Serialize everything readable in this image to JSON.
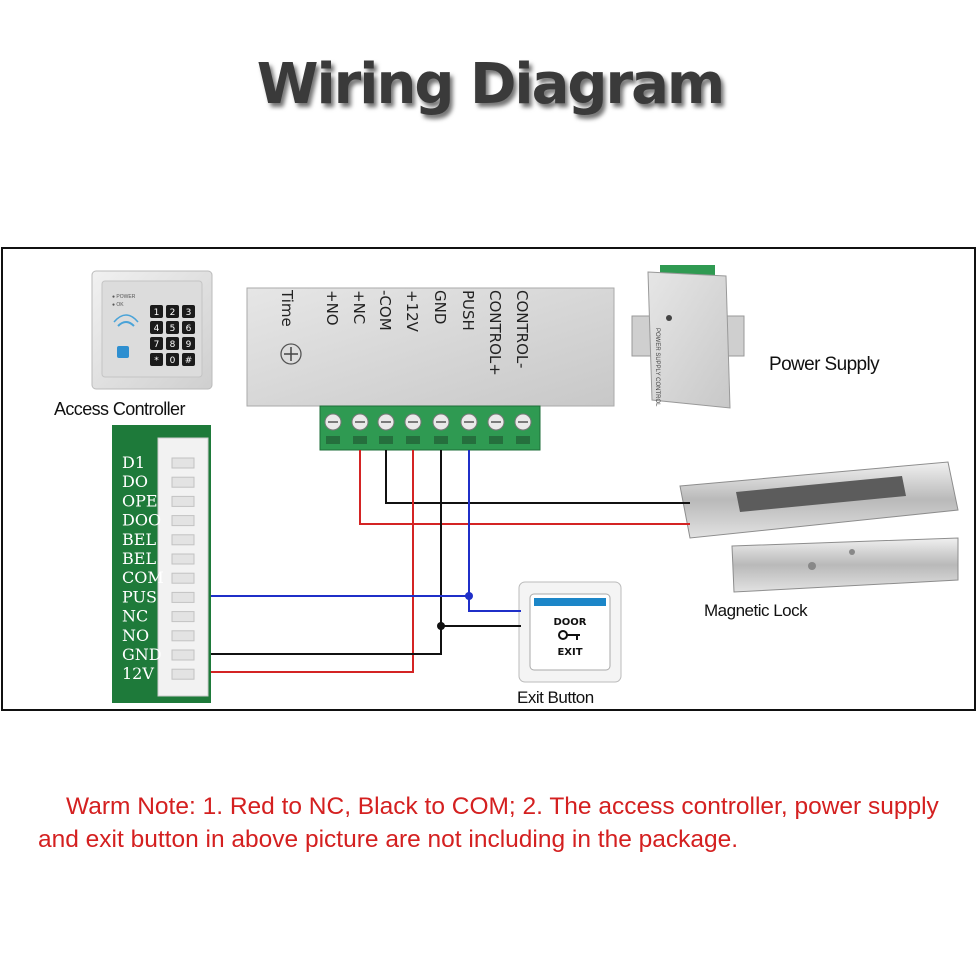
{
  "title": "Wiring Diagram",
  "labels": {
    "access_controller": "Access Controller",
    "power_supply": "Power Supply",
    "magnetic_lock": "Magnetic Lock",
    "exit_button": "Exit Button"
  },
  "controller_terminals": [
    "+NO",
    "+NC",
    "-COM",
    "+12V",
    "GND",
    "PUSH",
    "CONTROL+",
    "CONTROL-"
  ],
  "controller_time_label": "Time",
  "pcb_pins": [
    "D1",
    "DO",
    "OPE",
    "DOO",
    "BEL",
    "BEL",
    "COM",
    "PUS",
    "NC",
    "NO",
    "GND",
    "12V"
  ],
  "exit_button_text": {
    "line1": "DOOR",
    "line2": "EXIT"
  },
  "keypad_keys": [
    "1",
    "2",
    "3",
    "4",
    "5",
    "6",
    "7",
    "8",
    "9",
    "*",
    "0",
    "#"
  ],
  "wire_colors": {
    "red": "#d42424",
    "black": "#111111",
    "blue": "#1f2fc8"
  },
  "note": {
    "line1": "Warm Note: 1. Red  to NC, Black to COM;  2. The access controller, power supply",
    "line2": "and exit button in above picture are not including in the package."
  }
}
